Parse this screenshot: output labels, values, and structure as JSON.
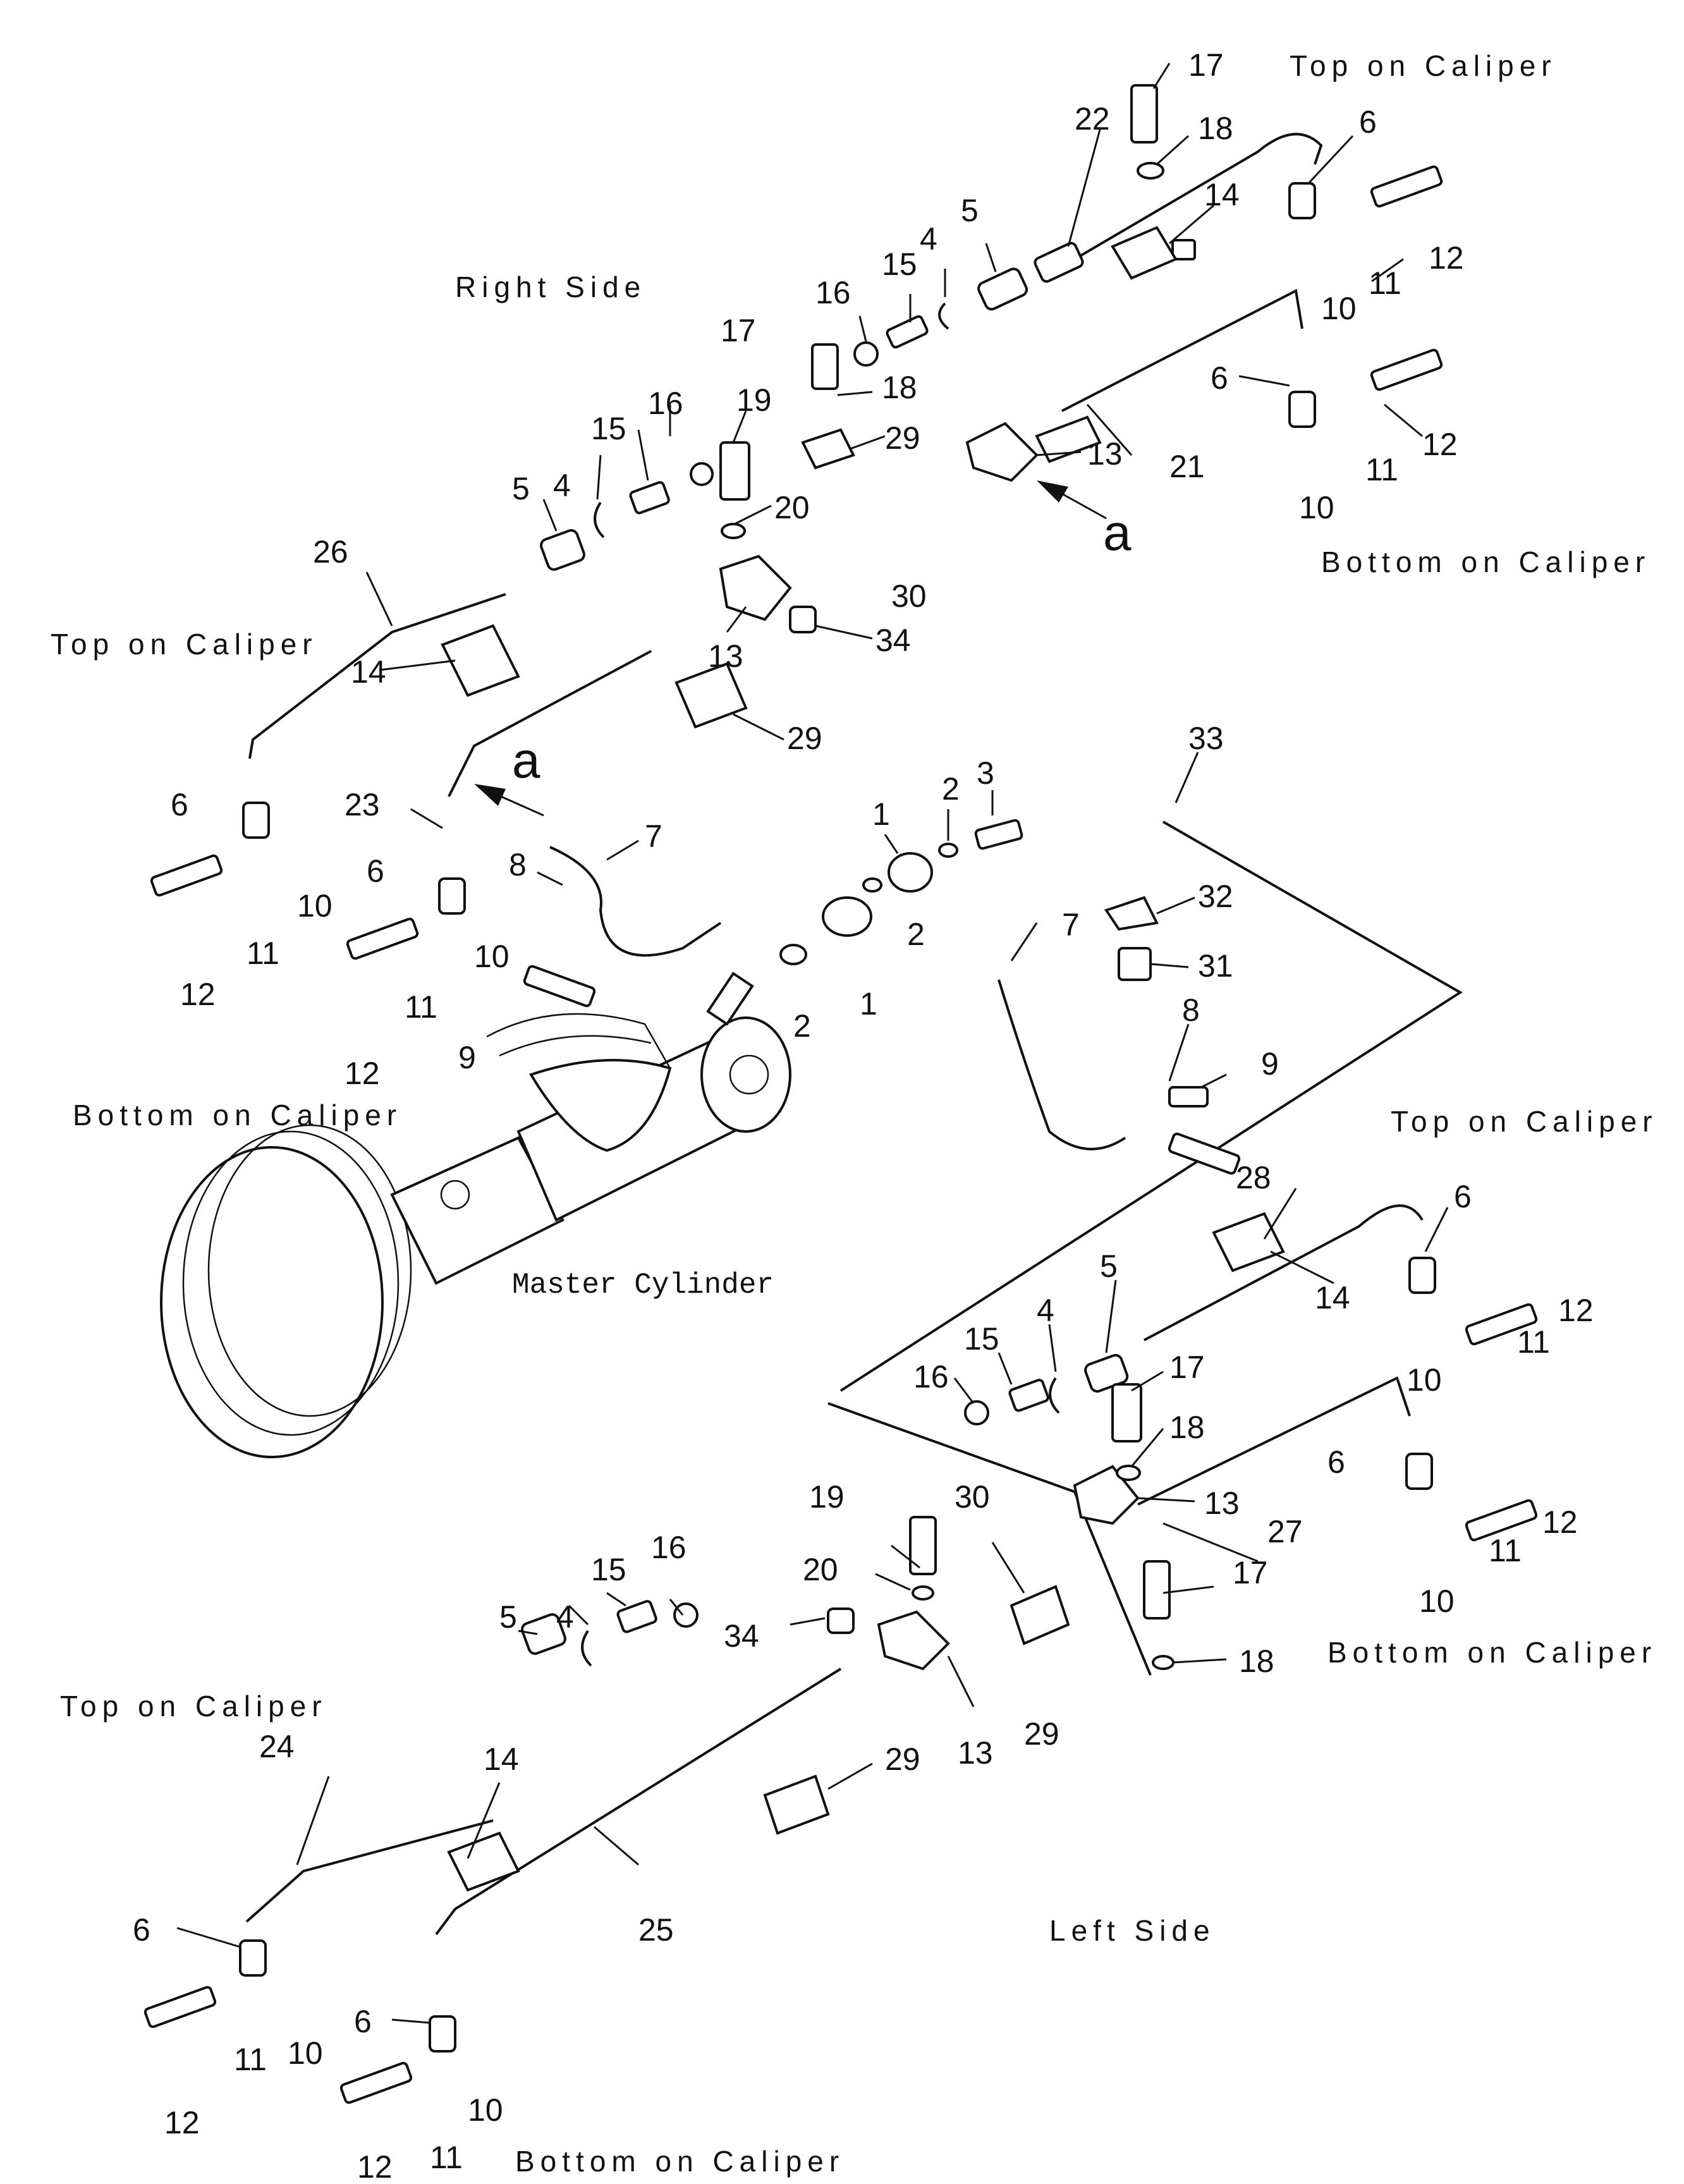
{
  "labels": {
    "right_side": "Right Side",
    "left_side": "Left Side",
    "master_cylinder": "Master Cylinder",
    "top_on_caliper": "Top on Caliper",
    "bottom_on_caliper": "Bottom on Caliper",
    "view_arrow": "a"
  },
  "part_numbers": {
    "p1": "1",
    "p2": "2",
    "p3": "3",
    "p4": "4",
    "p5": "5",
    "p6": "6",
    "p7": "7",
    "p8": "8",
    "p9": "9",
    "p10": "10",
    "p11": "11",
    "p12": "12",
    "p13": "13",
    "p14": "14",
    "p15": "15",
    "p16": "16",
    "p17": "17",
    "p18": "18",
    "p19": "19",
    "p20": "20",
    "p21": "21",
    "p22": "22",
    "p23": "23",
    "p24": "24",
    "p25": "25",
    "p26": "26",
    "p27": "27",
    "p28": "28",
    "p29": "29",
    "p30": "30",
    "p31": "31",
    "p32": "32",
    "p33": "33",
    "p34": "34"
  }
}
